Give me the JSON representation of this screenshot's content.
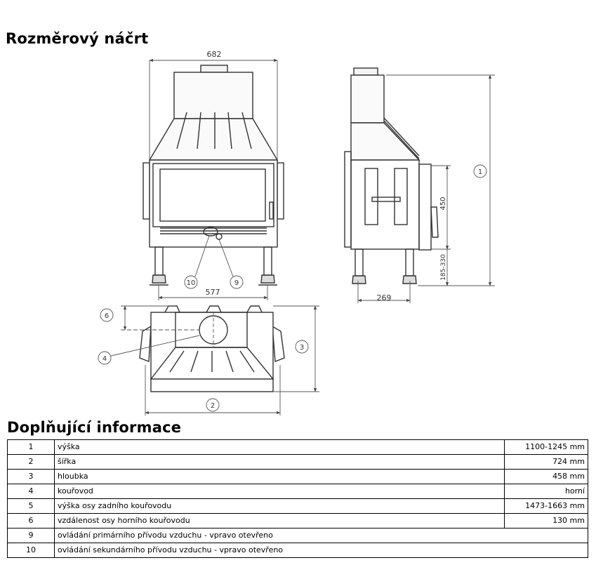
{
  "section_title_sketch": "Rozměrový náčrt",
  "section_title_info": "Doplňující informace",
  "drawing": {
    "dim_top_width": "682",
    "dim_legs_width": "577",
    "dim_front_height": "450",
    "dim_leg_height": "185-330",
    "dim_side_depth": "269",
    "callout_1": "1",
    "callout_2": "2",
    "callout_3": "3",
    "callout_4": "4",
    "callout_6": "6",
    "callout_9": "9",
    "callout_10": "10"
  },
  "info_rows": [
    {
      "num": "1",
      "label": "výška",
      "value": "1100-1245 mm"
    },
    {
      "num": "2",
      "label": "šířka",
      "value": "724 mm"
    },
    {
      "num": "3",
      "label": "hloubka",
      "value": "458 mm"
    },
    {
      "num": "4",
      "label": "kouřovod",
      "value": "horní"
    },
    {
      "num": "5",
      "label": "výška osy zadního kouřovodu",
      "value": "1473-1663 mm"
    },
    {
      "num": "6",
      "label": "vzdálenost osy horního kouřovodu",
      "value": "130 mm"
    },
    {
      "num": "9",
      "label": "ovládání primárního přívodu vzduchu - vpravo otevřeno",
      "value": ""
    },
    {
      "num": "10",
      "label": "ovládání sekundárního přívodu vzduchu - vpravo otevřeno",
      "value": ""
    }
  ]
}
